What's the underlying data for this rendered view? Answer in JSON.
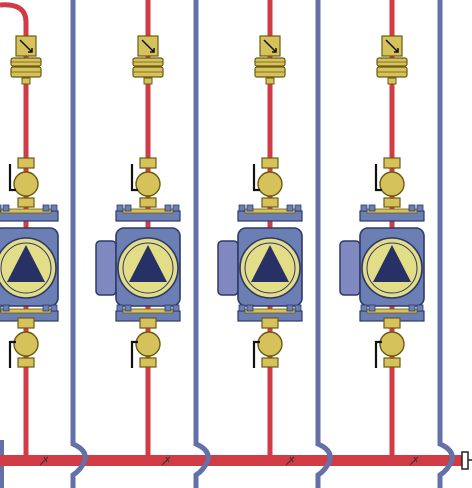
{
  "diagram": {
    "kind": "hydraulic-pump-group-schematic",
    "colors": {
      "background": "#ffffff",
      "supply_pipe": "#d13b45",
      "return_pipe": "#6470a8",
      "brass": "#d6c25a",
      "brass_dark": "#6b5a14",
      "pump_body": "#6c7fb4",
      "pump_dark": "#2e3968",
      "pump_face": "#e2dd86",
      "pump_triangle": "#273166",
      "motor_gray": "#7f88bf"
    },
    "circuits": [
      {
        "id": 1,
        "has_motor_box": false
      },
      {
        "id": 2,
        "has_motor_box": true
      },
      {
        "id": 3,
        "has_motor_box": true
      },
      {
        "id": 4,
        "has_motor_box": true
      }
    ]
  }
}
